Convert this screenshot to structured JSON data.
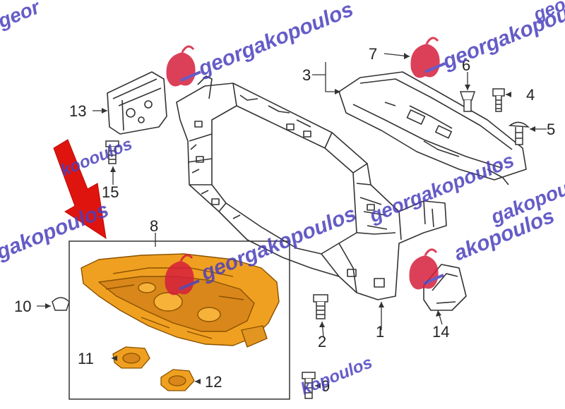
{
  "watermark": {
    "text_a": "georgakopoulos",
    "text_b": "gakopoulos",
    "text_c": "georgakopoulos",
    "text_d": "georgakopoulos",
    "text_e": "akopoulos",
    "text_f": "georgakopoulos",
    "text_g": "geor",
    "text_h": "gakopou",
    "text_i": "koooulos",
    "text_j": "kopoulos",
    "text_k": "geor"
  },
  "callouts": {
    "p1": "1",
    "p2": "2",
    "p3": "3",
    "p4": "4",
    "p5": "5",
    "p6": "6",
    "p7": "7",
    "p8": "8",
    "p9": "9",
    "p10": "10",
    "p11": "11",
    "p12": "12",
    "p13": "13",
    "p14": "14",
    "p15": "15"
  },
  "colors": {
    "line": "#333333",
    "highlight_part": "#f0a020",
    "highlight_edge": "#8a5200",
    "arrow": "#e0140e",
    "watermark_text": "#4a3fbd",
    "watermark_logo": "#d61e3c"
  }
}
